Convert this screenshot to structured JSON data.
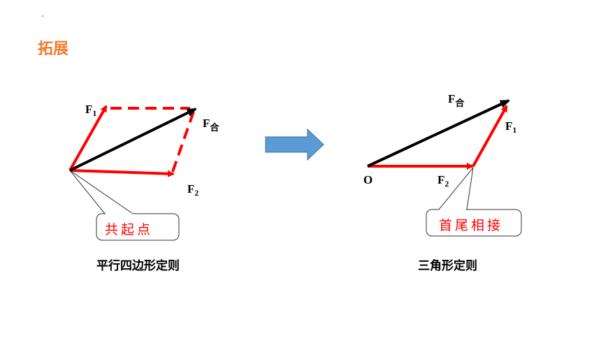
{
  "page": {
    "heading": "拓展"
  },
  "left_diagram": {
    "f1_label": "F",
    "f1_sub": "1",
    "fhe_label": "F",
    "fhe_sub": "合",
    "f2_label": "F",
    "f2_sub": "2",
    "callout": "共起点",
    "caption": "平行四边形定则"
  },
  "right_diagram": {
    "fhe_label": "F",
    "fhe_sub": "合",
    "f1_label": "F",
    "f1_sub": "1",
    "f2_label": "F",
    "f2_sub": "2",
    "origin_label": "O",
    "callout": "首尾相接",
    "caption": "三角形定则"
  },
  "colors": {
    "accent": "#ED7D31",
    "force_red": "#FF0000",
    "resultant": "#000000",
    "arrow_blue": "#5B9BD5"
  },
  "icons": {
    "transition": "right-block-arrow-icon"
  }
}
